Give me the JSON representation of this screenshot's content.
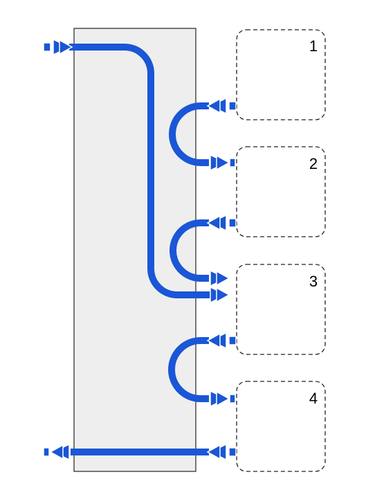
{
  "diagram": {
    "boxes": [
      {
        "label": "1"
      },
      {
        "label": "2"
      },
      {
        "label": "3"
      },
      {
        "label": "4"
      }
    ],
    "colors": {
      "flow": "#1a56d6",
      "panel_fill": "#eeeeee",
      "panel_stroke": "#222222",
      "box_stroke": "#222222",
      "background": "#ffffff"
    }
  }
}
